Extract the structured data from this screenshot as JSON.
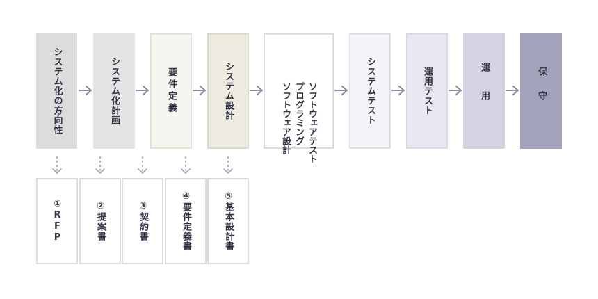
{
  "phases": [
    {
      "label": "システム化の方向性"
    },
    {
      "label": "システム化計画"
    },
    {
      "label": "要件定義"
    },
    {
      "label": "システム設計"
    },
    {
      "lines": [
        "ソフトウェアテスト",
        "プログラミング",
        "ソフトウェア設計"
      ]
    },
    {
      "label": "システムテスト"
    },
    {
      "label": "運用テスト"
    },
    {
      "label": "運用"
    },
    {
      "label": "保守"
    }
  ],
  "documents": [
    {
      "label": "①RFP"
    },
    {
      "label": "②提案書"
    },
    {
      "label": "③契約書"
    },
    {
      "label": "④要件定義書"
    },
    {
      "label": "⑤基本設計書"
    }
  ],
  "colors": {
    "arrow": "#8a8aa0",
    "dashed_arrow": "#a0a0b4",
    "text": "#333344"
  }
}
